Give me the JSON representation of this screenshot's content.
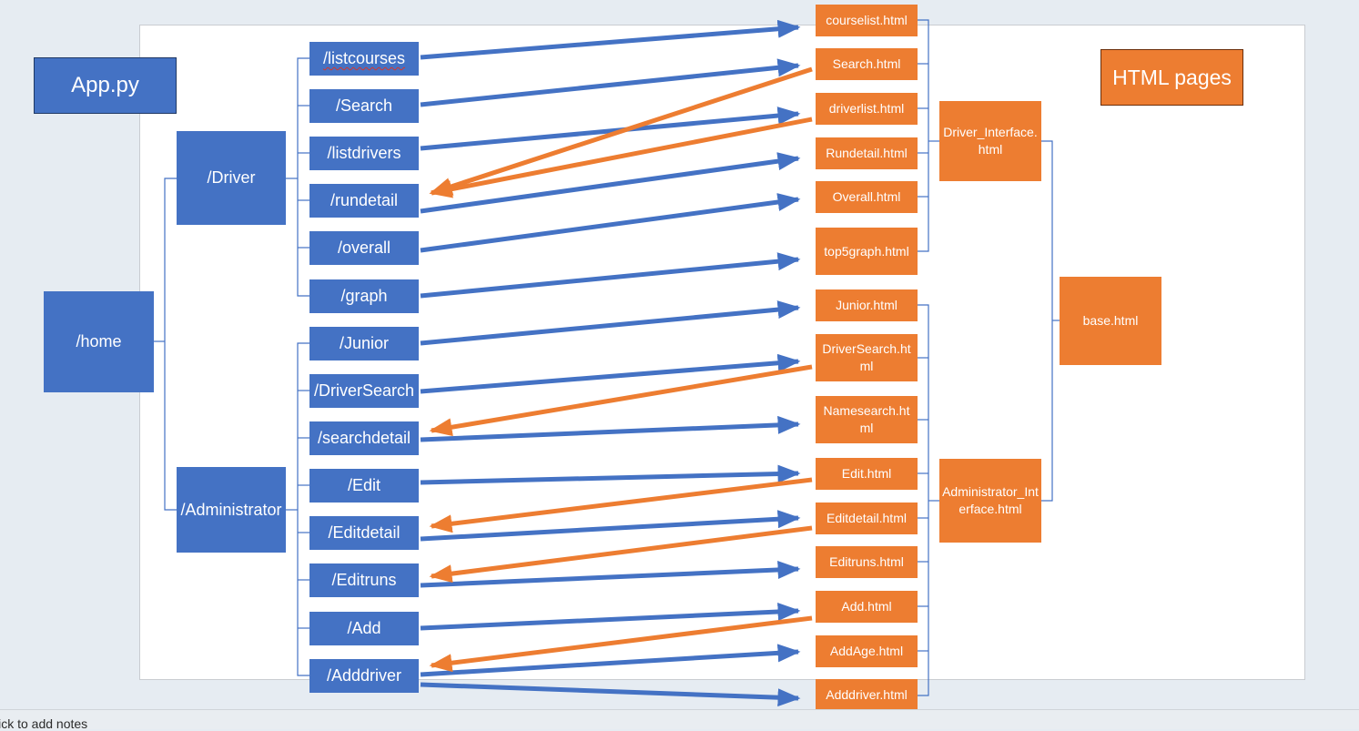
{
  "legend": {
    "app": "App.py",
    "html": "HTML pages"
  },
  "flask": {
    "home": "/home",
    "driver": "/Driver",
    "admin": "/Administrator",
    "driver_routes": [
      "/listcourses",
      "/Search",
      "/listdrivers",
      "/rundetail",
      "/overall",
      "/graph"
    ],
    "admin_routes": [
      "/Junior",
      "/DriverSearch",
      "/searchdetail",
      "/Edit",
      "/Editdetail",
      "/Editruns",
      "/Add",
      "/Adddriver"
    ]
  },
  "templates": {
    "driver_pages": [
      "courselist.html",
      "Search.html",
      "driverlist.html",
      "Rundetail.html",
      "Overall.html",
      "top5graph.html"
    ],
    "admin_pages": [
      "Junior.html",
      "DriverSearch.html",
      "Namesearch.html",
      "Edit.html",
      "Editdetail.html",
      "Editruns.html",
      "Add.html",
      "AddAge.html",
      "Adddriver.html"
    ],
    "driver_interface": "Driver_Interface.html",
    "admin_interface": "Administrator_Interface.html",
    "base": "base.html"
  },
  "colors": {
    "route_box": "#4472c4",
    "template_box": "#ed7d31",
    "render_arrow": "#4472c4",
    "submit_arrow": "#ed7d31"
  },
  "notes_placeholder": "lick to add notes"
}
